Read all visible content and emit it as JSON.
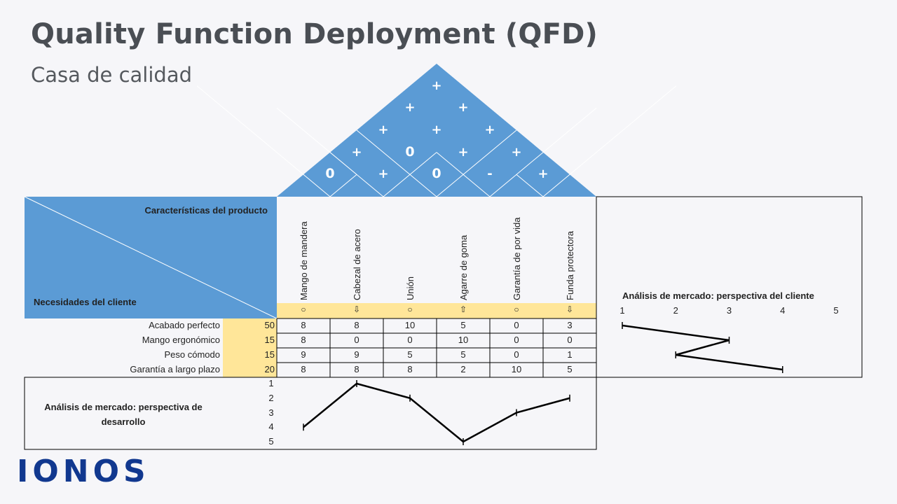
{
  "title": "Quality Function Deployment (QFD)",
  "subtitle": "Casa de calidad",
  "colors": {
    "blue": "#5b9bd5",
    "yellow": "#ffe699",
    "line": "#000000"
  },
  "corner": {
    "top_label": "Características del producto",
    "bottom_label": "Necesidades del cliente"
  },
  "roof_symbols": [
    {
      "row": 0,
      "pos": 0,
      "symbol": "+"
    },
    {
      "row": 1,
      "pos": 0,
      "symbol": "+"
    },
    {
      "row": 1,
      "pos": 1,
      "symbol": "+"
    },
    {
      "row": 2,
      "pos": 0,
      "symbol": "+"
    },
    {
      "row": 2,
      "pos": 1,
      "symbol": "+"
    },
    {
      "row": 2,
      "pos": 2,
      "symbol": "+"
    },
    {
      "row": 3,
      "pos": 0,
      "symbol": "+"
    },
    {
      "row": 3,
      "pos": 1,
      "symbol": "0"
    },
    {
      "row": 3,
      "pos": 2,
      "symbol": "+"
    },
    {
      "row": 3,
      "pos": 3,
      "symbol": "+"
    },
    {
      "row": 4,
      "pos": 0,
      "symbol": "0"
    },
    {
      "row": 4,
      "pos": 1,
      "symbol": "+"
    },
    {
      "row": 4,
      "pos": 2,
      "symbol": "0"
    },
    {
      "row": 4,
      "pos": 3,
      "symbol": "-"
    },
    {
      "row": 4,
      "pos": 4,
      "symbol": "+"
    }
  ],
  "characteristics": [
    {
      "name": "Mango de mandera",
      "symbol": "○"
    },
    {
      "name": "Cabezal de acero",
      "symbol": "⇩"
    },
    {
      "name": "Unión",
      "symbol": "○"
    },
    {
      "name": "Agarre de goma",
      "symbol": "⇧"
    },
    {
      "name": "Garantía de por vida",
      "symbol": "○"
    },
    {
      "name": "Funda protectora",
      "symbol": "⇩"
    }
  ],
  "needs": [
    {
      "name": "Acabado perfecto",
      "weight": "50",
      "values": [
        "8",
        "8",
        "10",
        "5",
        "0",
        "3"
      ]
    },
    {
      "name": "Mango ergonómico",
      "weight": "15",
      "values": [
        "8",
        "0",
        "0",
        "10",
        "0",
        "0"
      ]
    },
    {
      "name": "Peso cómodo",
      "weight": "15",
      "values": [
        "9",
        "9",
        "5",
        "5",
        "0",
        "1"
      ]
    },
    {
      "name": "Garantía a largo plazo",
      "weight": "20",
      "values": [
        "8",
        "8",
        "8",
        "2",
        "10",
        "5"
      ]
    }
  ],
  "customer_analysis": {
    "title": "Análisis de mercado: perspectiva del cliente",
    "scale": [
      "1",
      "2",
      "3",
      "4",
      "5"
    ],
    "values": [
      1,
      3,
      2,
      4
    ]
  },
  "development_analysis": {
    "title": "Análisis de mercado: perspectiva de desarrollo",
    "scale": [
      "1",
      "2",
      "3",
      "4",
      "5"
    ],
    "values": [
      4,
      1,
      2,
      5,
      3,
      2
    ]
  },
  "logo": "IONOS"
}
